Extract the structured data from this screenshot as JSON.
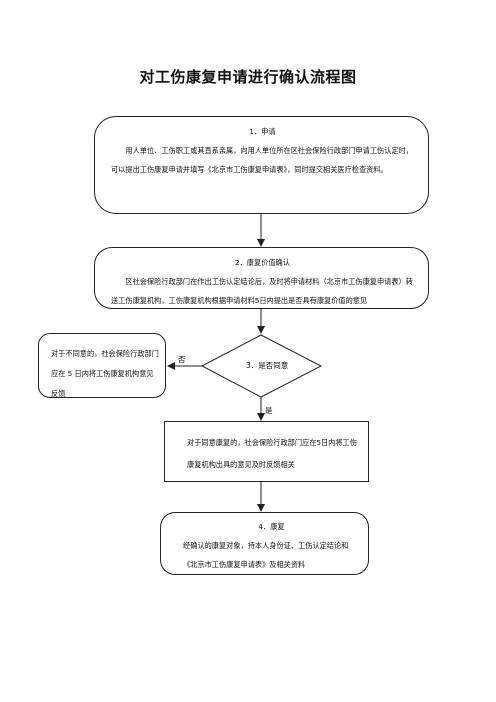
{
  "title": "对工伤康复申请进行确认流程图",
  "step1": {
    "heading": "1．申请",
    "text": "用人单位、工伤职工或其直系亲属，向用人单位所在区社会保险行政部门申请工伤认定时，可以提出工伤康复申请并填写《北京市工伤康复申请表》，同时提交相关医疗检查资料。"
  },
  "step2": {
    "heading": "2．康复价值确认",
    "text": "区社会保险行政部门在作出工伤认定结论后，及时将申请材料（北京市工伤康复申请表）转送工伤康复机构，工伤康复机构根据申请材料5日内提出是否具有康复价值的意见"
  },
  "decision": {
    "label": "3．是否同意",
    "no_label": "否",
    "yes_label": "是"
  },
  "reject": {
    "text": "对于不同意的，社会保险行政部门应在 5 日内将工伤康复机构意见反馈"
  },
  "agree": {
    "text": "对于同意康复的，社会保险行政部门应在5日内将工伤康复机构出具的意见及时反馈相关"
  },
  "step4": {
    "heading": "4．康复",
    "text": "经确认的康复对象，持本人身份证、工伤认定结论和《北京市工伤康复申请表》及相关资料"
  }
}
